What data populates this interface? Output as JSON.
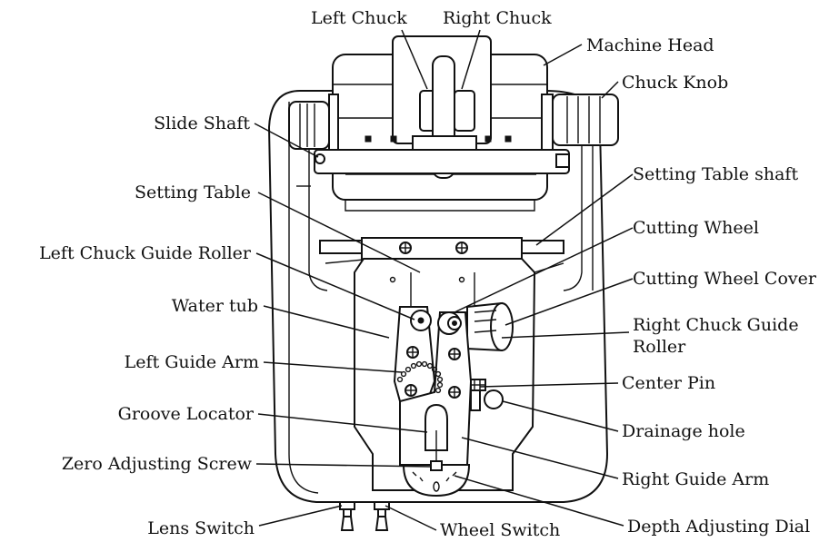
{
  "labels": {
    "left_chuck": "Left Chuck",
    "right_chuck": "Right Chuck",
    "machine_head": "Machine Head",
    "chuck_knob": "Chuck Knob",
    "slide_shaft": "Slide Shaft",
    "setting_table": "Setting Table",
    "setting_table_shaft": "Setting Table shaft",
    "cutting_wheel": "Cutting Wheel",
    "left_chuck_guide_roller": "Left Chuck Guide Roller",
    "cutting_wheel_cover": "Cutting Wheel Cover",
    "water_tub": "Water tub",
    "right_chuck_guide_roller_1": "Right Chuck Guide",
    "right_chuck_guide_roller_2": "Roller",
    "left_guide_arm": "Left Guide Arm",
    "center_pin": "Center Pin",
    "groove_locator": "Groove Locator",
    "drainage_hole": "Drainage hole",
    "zero_adjusting_screw": "Zero Adjusting Screw",
    "right_guide_arm": "Right Guide Arm",
    "lens_switch": "Lens Switch",
    "wheel_switch": "Wheel Switch",
    "depth_adjusting_dial": "Depth Adjusting Dial"
  },
  "colors": {
    "line": "#111111",
    "background": "#ffffff"
  }
}
